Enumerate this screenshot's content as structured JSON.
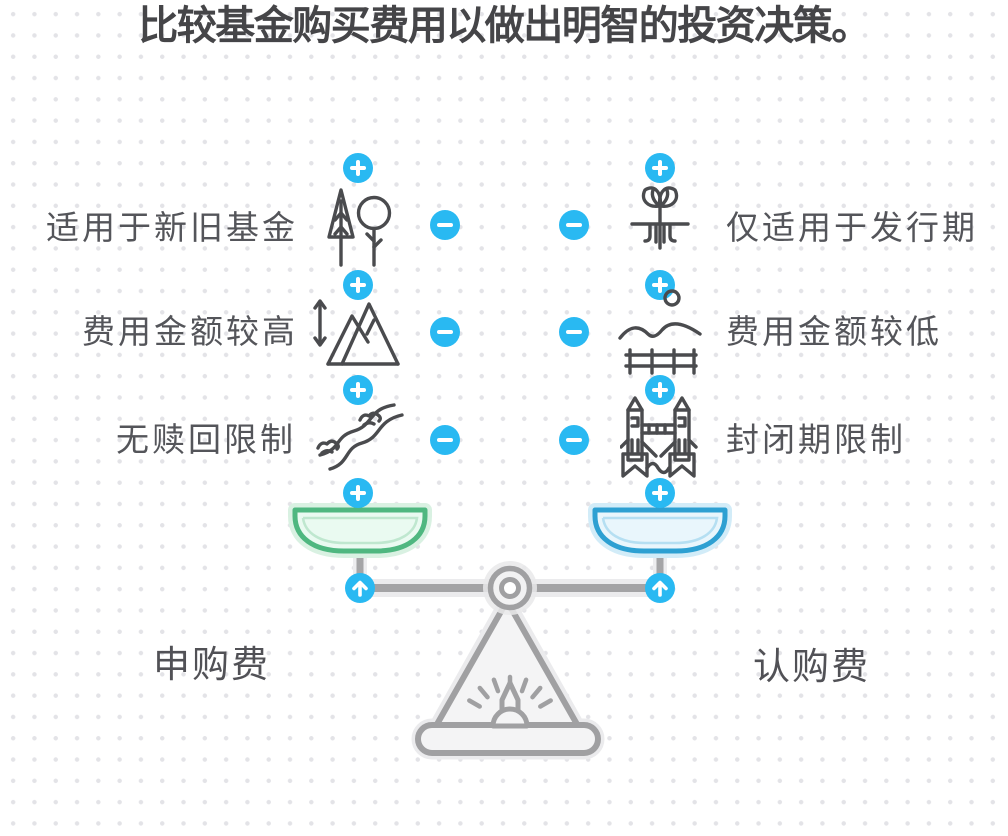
{
  "title": "比较基金购买费用以做出明智的投资决策。",
  "left": {
    "label": "申购费",
    "items": [
      {
        "text": "适用于新旧基金",
        "icon": "trees-icon"
      },
      {
        "text": "费用金额较高",
        "icon": "mountains-icon"
      },
      {
        "text": "无赎回限制",
        "icon": "river-icon"
      }
    ]
  },
  "right": {
    "label": "认购费",
    "items": [
      {
        "text": "仅适用于发行期",
        "icon": "seedling-icon"
      },
      {
        "text": "费用金额较低",
        "icon": "hills-fence-icon"
      },
      {
        "text": "封闭期限制",
        "icon": "tower-bridge-icon"
      }
    ]
  },
  "colors": {
    "accent_blue": "#29b9f2",
    "pan_green": "#4fb780",
    "pan_green_fill": "#eafaf1",
    "pan_blue": "#2da0d2",
    "pan_blue_fill": "#e9f6fc",
    "scale_gray": "#a0a0a2",
    "icon_stroke": "#4a4b4e",
    "title_color": "#454548",
    "text_gray": "#54555a"
  }
}
